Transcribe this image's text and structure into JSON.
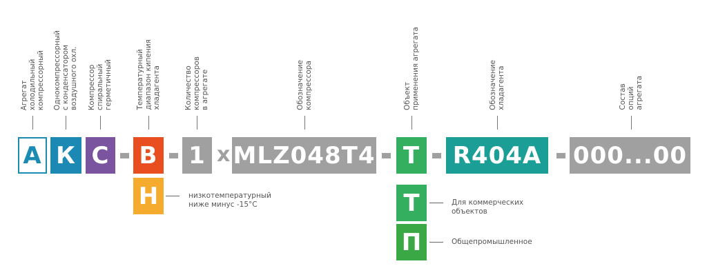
{
  "code_parts": [
    {
      "text": "А",
      "label": [
        "Агрегат",
        "холодильный",
        "компрессорный"
      ],
      "color": "#1b8bb4",
      "style": "outline"
    },
    {
      "text": "К",
      "label": [
        "Однокомпрессорный",
        "с конденсатором",
        "воздушного охл."
      ],
      "color": "#1b89b4"
    },
    {
      "text": "С",
      "label": [
        "Компрессор",
        "спиральный",
        "герметичный"
      ],
      "color": "#7b54a0"
    },
    {
      "text": "В",
      "label": [
        "Температурный",
        "диапазон кипения",
        "хладагента"
      ],
      "color": "#e84e1f"
    },
    {
      "text": "1",
      "label": [
        "Количество",
        "компрессоров",
        "в агрегате"
      ],
      "color": "#a0a0a0"
    },
    {
      "text": "MLZ048T4",
      "label": [
        "Обозначение",
        "компрессора"
      ],
      "color": "#a0a0a0"
    },
    {
      "text": "Т",
      "label": [
        "Объект",
        "применения агрегата"
      ],
      "color": "#34ae5f"
    },
    {
      "text": "R404A",
      "label": [
        "Обозначение",
        "хладагента"
      ],
      "color": "#1a9e95"
    },
    {
      "text": "000...00",
      "label": [
        "Состав",
        "опций",
        "агрегата"
      ],
      "color": "#a0a0a0"
    }
  ],
  "multiplier": "x",
  "variants": [
    {
      "text": "Н",
      "desc": [
        "низкотемпературный",
        "ниже минус -15°С"
      ],
      "color": "#f5ab2d"
    },
    {
      "text": "Т",
      "desc": [
        "Для коммерческих",
        "объектов"
      ],
      "color": "#34ae5f"
    },
    {
      "text": "П",
      "desc": [
        "Общепромышленное"
      ],
      "color": "#3aa845"
    }
  ]
}
